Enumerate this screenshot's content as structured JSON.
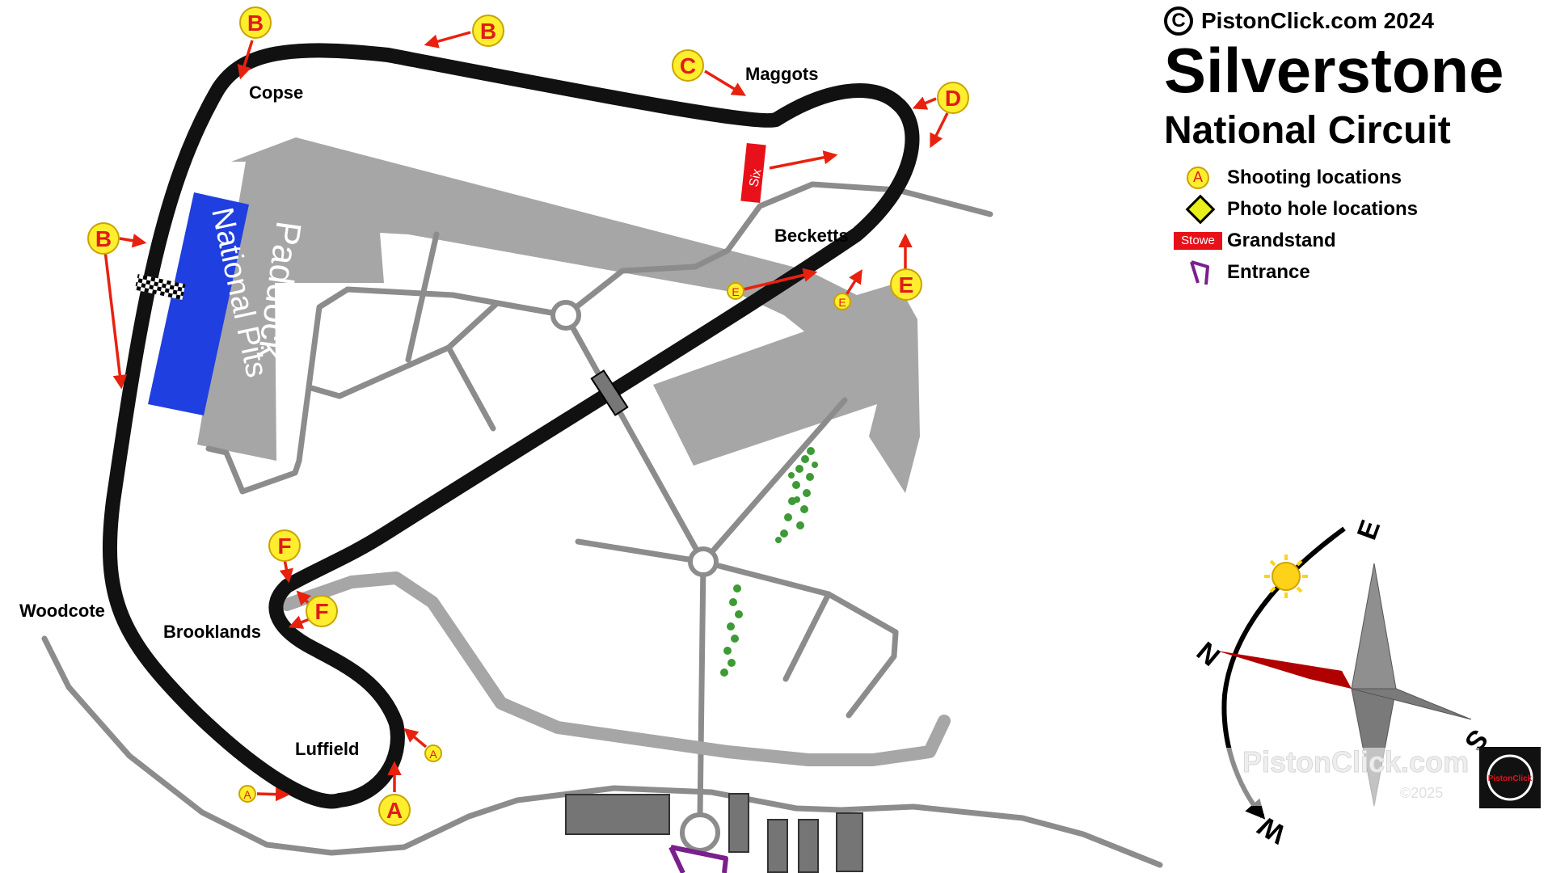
{
  "copyright_symbol": "C",
  "copyright_text": "PistonClick.com 2024",
  "title": "Silverstone",
  "subtitle": "National Circuit",
  "legend": [
    {
      "symbol": "A",
      "label": "Shooting locations",
      "icon": "yellow-circle-marker"
    },
    {
      "symbol": "",
      "label": "Photo hole locations",
      "icon": "yellow-diamond"
    },
    {
      "symbol": "Stowe",
      "label": "Grandstand",
      "icon": "red-grandstand-box"
    },
    {
      "symbol": "",
      "label": "Entrance",
      "icon": "purple-entrance-flag"
    }
  ],
  "corners": {
    "copse": "Copse",
    "maggots": "Maggots",
    "becketts": "Becketts",
    "woodcote": "Woodcote",
    "brooklands": "Brooklands",
    "luffield": "Luffield"
  },
  "areas": {
    "paddock": "Paddock",
    "pits": "National Pits",
    "grandstand_six": "Six"
  },
  "markers": {
    "a": "A",
    "b": "B",
    "c": "C",
    "d": "D",
    "e": "E",
    "f": "F"
  },
  "compass": {
    "n": "N",
    "e": "E",
    "s": "S",
    "w": "W"
  },
  "watermark": {
    "site": "PistonClick.com",
    "year": "©2025",
    "logo_text": "PistonClick"
  },
  "colors": {
    "track": "#111111",
    "road": "#8c8c8c",
    "paddock": "#a6a6a6",
    "pits": "#1f3fe0",
    "marker_fill": "#ffee2e",
    "marker_text": "#e01b1b",
    "arrow": "#e8210f",
    "grandstand": "#e8111a",
    "entrance": "#7a1f8c",
    "trees": "#3d9a35"
  }
}
